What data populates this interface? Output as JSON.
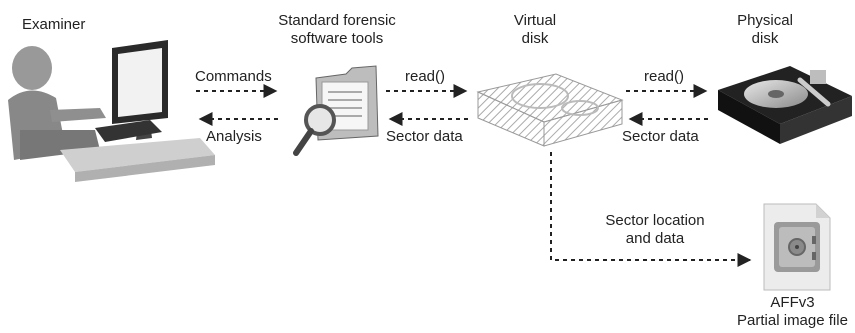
{
  "nodes": {
    "examiner": "Examiner",
    "tools": "Standard forensic\nsoftware tools",
    "virtual": "Virtual\ndisk",
    "physical": "Physical\ndisk",
    "image": "AFFv3\nPartial image file"
  },
  "edges": {
    "commands": "Commands",
    "analysis": "Analysis",
    "read1": "read()",
    "sector1": "Sector data",
    "read2": "read()",
    "sector2": "Sector data",
    "location": "Sector location\nand data"
  }
}
